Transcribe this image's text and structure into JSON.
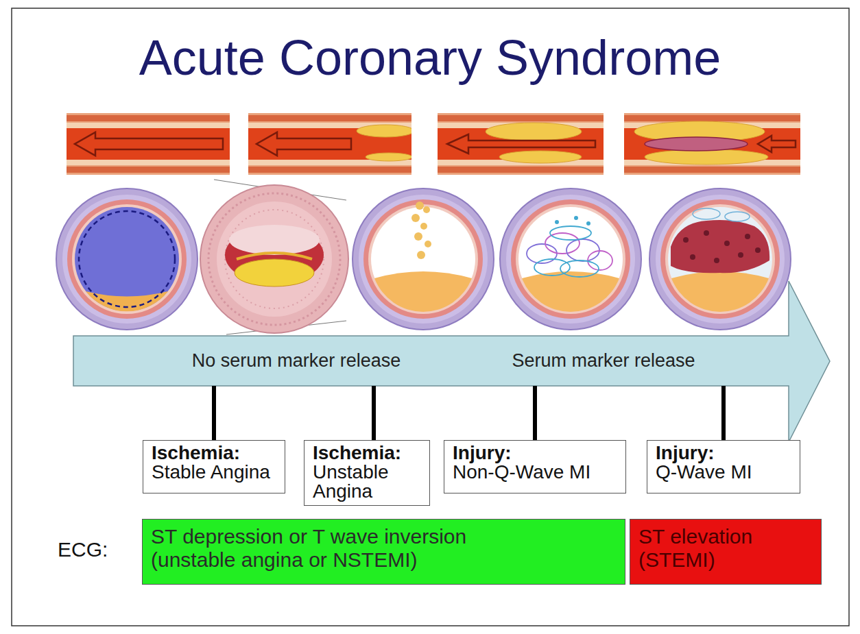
{
  "diagram": {
    "title": "Acute Coronary Syndrome",
    "nodes": [
      {
        "text": [
          "No serum marker release",
          "Serum marker release"
        ]
      },
      {
        "text": [
          "Ischemia:",
          "Stable Angina"
        ]
      },
      {
        "text": [
          "Ischemia:",
          "Unstable Angina"
        ]
      },
      {
        "text": [
          "Injury:",
          "Non-Q-Wave MI"
        ]
      },
      {
        "text": [
          "Injury:",
          "Q-Wave MI"
        ]
      },
      {
        "text": [
          "ST depression or T wave inversion (unstable angina or NSTEMI)"
        ]
      },
      {
        "text": [
          "ST elevation (STEMI)"
        ]
      }
    ],
    "edges": [
      {
        "from": 0,
        "to": 1,
        "arrow": "none"
      },
      {
        "from": 0,
        "to": 2,
        "arrow": "none"
      },
      {
        "from": 0,
        "to": 3,
        "arrow": "none"
      },
      {
        "from": 0,
        "to": 4,
        "arrow": "none"
      }
    ],
    "labels": [
      "ECG:"
    ]
  }
}
